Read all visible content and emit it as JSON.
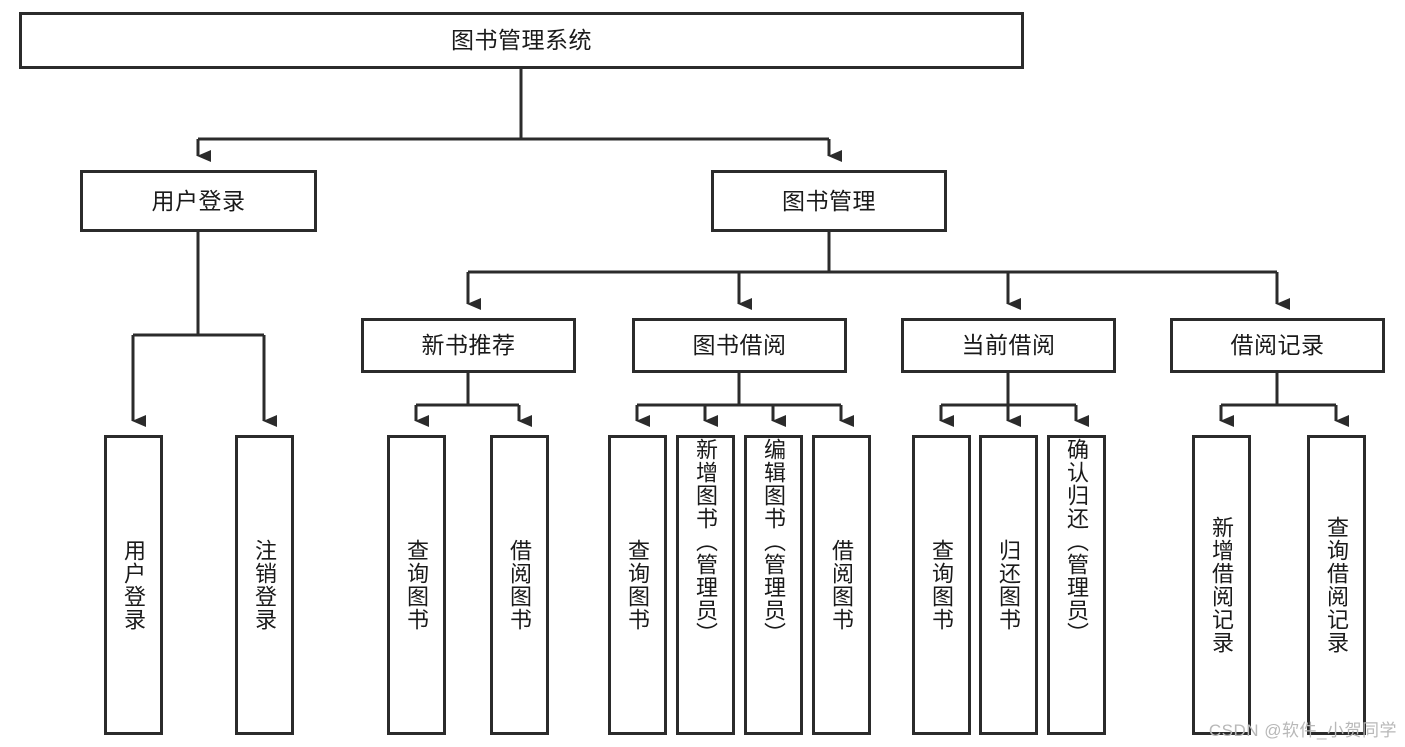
{
  "diagram": {
    "title": "图书管理系统",
    "type": "hierarchy-tree",
    "root": {
      "label": "图书管理系统"
    },
    "level2": [
      {
        "label": "用户登录"
      },
      {
        "label": "图书管理"
      }
    ],
    "level3": [
      {
        "label": "新书推荐"
      },
      {
        "label": "图书借阅"
      },
      {
        "label": "当前借阅"
      },
      {
        "label": "借阅记录"
      }
    ],
    "leaves": {
      "user_login": [
        {
          "label": "用户登录"
        },
        {
          "label": "注销登录"
        }
      ],
      "new_book_recommend": [
        {
          "label": "查询图书"
        },
        {
          "label": "借阅图书"
        }
      ],
      "book_borrow": [
        {
          "label": "查询图书"
        },
        {
          "label": "新增图书（管理员）"
        },
        {
          "label": "编辑图书（管理员）"
        },
        {
          "label": "借阅图书"
        }
      ],
      "current_borrow": [
        {
          "label": "查询图书"
        },
        {
          "label": "归还图书"
        },
        {
          "label": "确认归还（管理员）"
        }
      ],
      "borrow_records": [
        {
          "label": "新增借阅记录"
        },
        {
          "label": "查询借阅记录"
        }
      ]
    }
  },
  "watermark": {
    "text": "CSDN @软件_小贺同学"
  },
  "colors": {
    "stroke": "#2b2b2b",
    "text": "#1a1a1a",
    "background": "#ffffff",
    "watermark": "#b8b8b8"
  }
}
